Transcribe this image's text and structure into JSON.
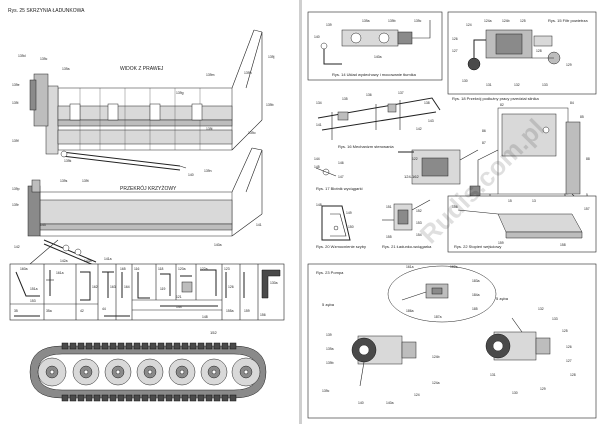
{
  "left_page": {
    "figure_title": "Rys. 25 SKRZYNIA ŁADUNKOWA",
    "view_right_label": "WIDOK Z PRAWEJ",
    "section_label": "PRZEKRÓJ KRZYŻOWY",
    "parts_strip_callout": "152",
    "callouts_top": [
      "139d",
      "139c",
      "139a",
      "139e",
      "139i",
      "139f",
      "139k",
      "139g",
      "139m",
      "139h",
      "139j",
      "139b",
      "139l",
      "139n",
      "139o"
    ],
    "callouts_bottom": [
      "139p",
      "139r",
      "139s",
      "139t",
      "140",
      "140a",
      "141",
      "141a",
      "142",
      "142a",
      "143",
      "143a"
    ],
    "parts": {
      "p1": "160a",
      "p2": "161a",
      "p3": "162",
      "p4": "163",
      "p5": "164",
      "p6": "165",
      "p7": "116",
      "p8": "118",
      "p9": "119",
      "p10": "121",
      "p11": "120a",
      "p12": "122a",
      "p13": "123",
      "p14": "130a",
      "p15": "151a",
      "p16": "153",
      "p17": "35",
      "p18": "35a",
      "p19": "42",
      "p20": "44",
      "p21": "144",
      "p22": "148",
      "p23": "155a",
      "p24": "159",
      "p25": "126",
      "p26": "156"
    }
  },
  "right_page": {
    "fig14_label": "Rys. 14 Układ wydechowy i mocowanie tłumika",
    "fig15_label": "Rys. 15 Filtr powietrza",
    "fig16_label": "Rys. 16 Mechanizm sterowania",
    "fig17_label": "Rys. 17 Błotnik wyciągarki",
    "fig18_label": "Rys. 18 Przekrój podłużny pracy przedział silnika",
    "fig20_label": "Rys. 20 Wzmocnienie szyby",
    "fig21_label": "Rys. 21 Ładunko-wciągarka",
    "fig22_label": "Rys. 22 Stopień wejściowy",
    "fig23_label": "Rys. 23 Pompa",
    "fig23_left_label": "5 zęba",
    "fig23_right_label": "5 zęba",
    "fig18_bottom_callout": "124-162",
    "callouts": {
      "c1": "139",
      "c2": "139a",
      "c3": "139b",
      "c4": "139c",
      "c5": "140",
      "c6": "140a",
      "c7": "124",
      "c8": "124a",
      "c9": "124b",
      "c10": "125",
      "c11": "126",
      "c12": "127",
      "c13": "128",
      "c14": "129",
      "c15": "130",
      "c16": "131",
      "c17": "132",
      "c18": "133",
      "c19": "134",
      "c20": "135",
      "c21": "136",
      "c22": "137",
      "c23": "138",
      "c24": "141",
      "c25": "142",
      "c26": "143",
      "c27": "144",
      "c28": "145",
      "c29": "146",
      "c30": "147",
      "c31": "148",
      "c32": "149",
      "c33": "150",
      "c34": "151",
      "c35": "152",
      "c36": "153",
      "c37": "154",
      "c38": "155",
      "c39": "156",
      "c40": "157",
      "c41": "158",
      "c42": "159",
      "c43": "82",
      "c44": "84",
      "c45": "85",
      "c46": "86",
      "c47": "87",
      "c48": "88",
      "c49": "5",
      "c50": "6",
      "c51": "13",
      "c52": "15",
      "c53": "161a",
      "c54": "162a",
      "c55": "183a",
      "c56": "184a",
      "c57": "185",
      "c58": "186a",
      "c59": "187a",
      "c60": "122"
    }
  },
  "watermark": "Rudis.com.pl",
  "colors": {
    "ink": "#222222",
    "light": "#d9d9d9",
    "mid": "#bdbdbd",
    "dark": "#4a4a4a"
  }
}
